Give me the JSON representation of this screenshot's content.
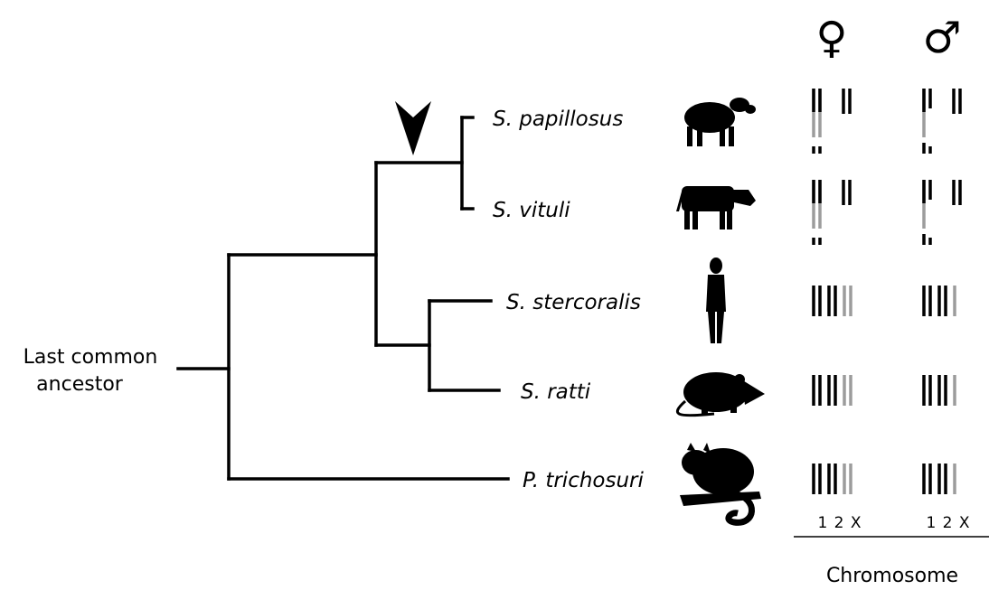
{
  "root_label_line1": "Last common",
  "root_label_line2": "ancestor",
  "species": [
    {
      "id": "papillosus",
      "name": "S. papillosus",
      "host_icon": "sheep-icon",
      "pattern": "fused"
    },
    {
      "id": "vituli",
      "name": "S. vituli",
      "host_icon": "cow-icon",
      "pattern": "fused"
    },
    {
      "id": "stercoralis",
      "name": "S. stercoralis",
      "host_icon": "human-icon",
      "pattern": "normal"
    },
    {
      "id": "ratti",
      "name": "S. ratti",
      "host_icon": "rat-icon",
      "pattern": "normal"
    },
    {
      "id": "trichosuri",
      "name": "P. trichosuri",
      "host_icon": "possum-icon",
      "pattern": "normal"
    }
  ],
  "sex_columns": [
    {
      "id": "female",
      "symbol": "♀"
    },
    {
      "id": "male",
      "symbol": "♂"
    }
  ],
  "chromosome_ticks": [
    "1 2 X",
    "1 2 X"
  ],
  "axis_title": "Chromosome",
  "marker": "arrowhead-icon",
  "colors": {
    "chromosome_autosome": "#000000",
    "chromosome_x": "#9c9c9c"
  }
}
